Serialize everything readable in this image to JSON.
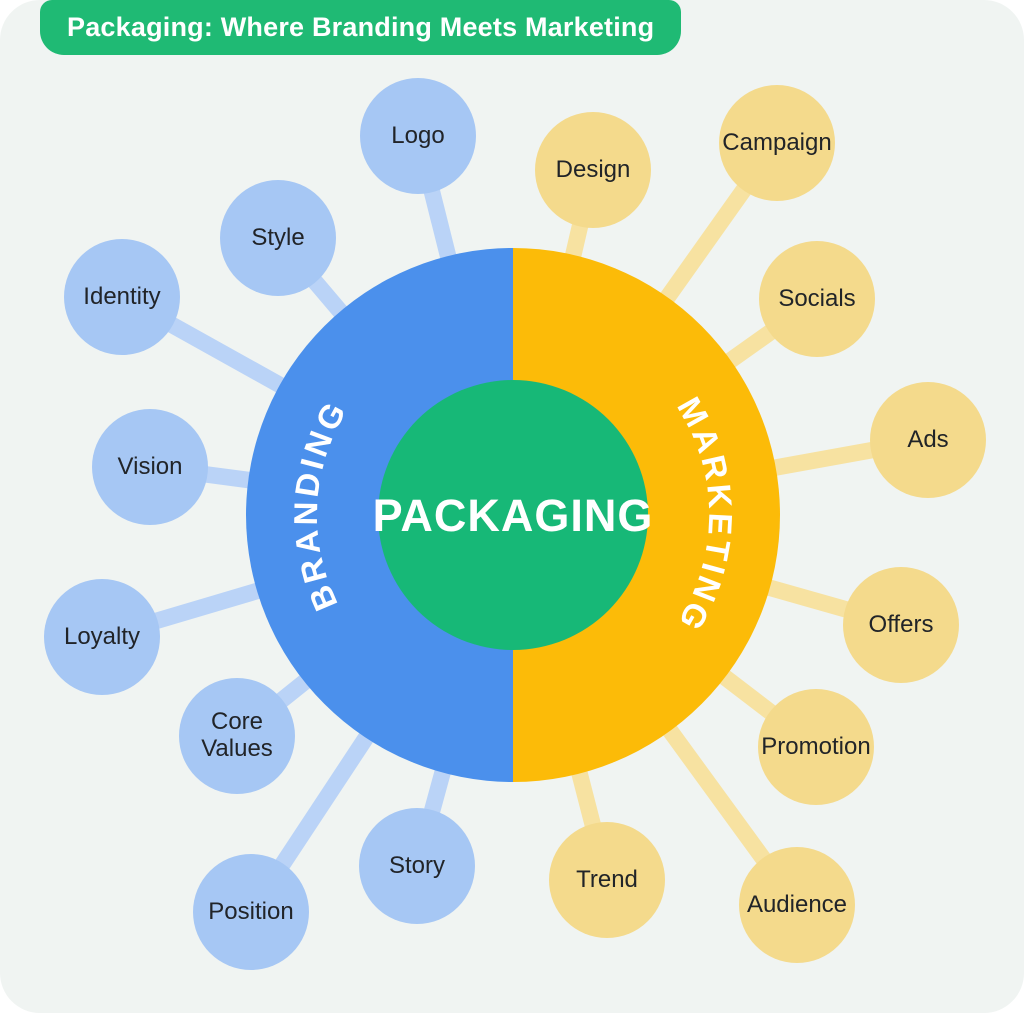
{
  "title": {
    "text": "Packaging: Where Branding Meets Marketing"
  },
  "center": {
    "label": "PACKAGING"
  },
  "halves": {
    "left": {
      "label": "BRANDING",
      "color": "#4B90EC"
    },
    "right": {
      "label": "MARKETING",
      "color": "#FCBB08"
    }
  },
  "palette": {
    "background": "#F0F4F2",
    "banner_green": "#1FBA74",
    "center_green": "#17B877",
    "branding_blue": "#4B90EC",
    "marketing_yellow": "#FCBB08",
    "node_blue": "#A6C7F4",
    "node_yellow": "#F4DA8C",
    "connector_blue": "#BAD3F7",
    "connector_yellow": "#F7E2A1",
    "label_text": "#212428"
  },
  "nodes": {
    "branding": [
      {
        "label": "Logo"
      },
      {
        "label": "Style"
      },
      {
        "label": "Identity"
      },
      {
        "label": "Vision"
      },
      {
        "label": "Loyalty"
      },
      {
        "label": "Core Values"
      },
      {
        "label": "Position"
      },
      {
        "label": "Story"
      }
    ],
    "marketing": [
      {
        "label": "Design"
      },
      {
        "label": "Campaign"
      },
      {
        "label": "Socials"
      },
      {
        "label": "Ads"
      },
      {
        "label": "Offers"
      },
      {
        "label": "Promotion"
      },
      {
        "label": "Audience"
      },
      {
        "label": "Trend"
      }
    ]
  }
}
